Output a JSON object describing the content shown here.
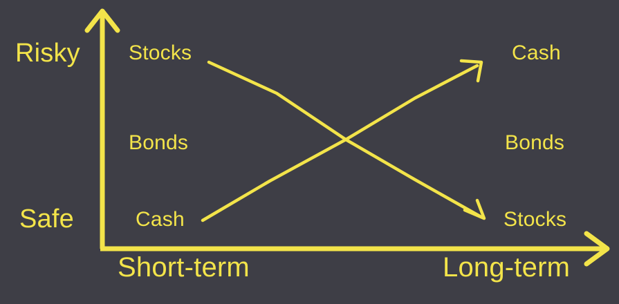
{
  "figure": {
    "background_color": "#3e3e46",
    "stroke_color": "#f3e44a",
    "description_type": "concept-diagram"
  },
  "axes": {
    "y_axis": {
      "top_label": "Risky",
      "bottom_label": "Safe",
      "arrow_direction": "up"
    },
    "x_axis": {
      "left_label": "Short-term",
      "right_label": "Long-term",
      "arrow_direction": "right"
    }
  },
  "left_column": {
    "items": [
      {
        "label": "Stocks",
        "risk_position": "Risky"
      },
      {
        "label": "Bonds",
        "risk_position": "Middle"
      },
      {
        "label": "Cash",
        "risk_position": "Safe"
      }
    ]
  },
  "right_column": {
    "items": [
      {
        "label": "Cash",
        "risk_position": "Risky"
      },
      {
        "label": "Bonds",
        "risk_position": "Middle"
      },
      {
        "label": "Stocks",
        "risk_position": "Safe"
      }
    ]
  },
  "connectors": [
    {
      "name": "stocks-descending-arrow",
      "from": "Stocks (short-term, risky)",
      "to": "Stocks (long-term, safe)",
      "direction": "down-right"
    },
    {
      "name": "cash-ascending-arrow",
      "from": "Cash (short-term, safe)",
      "to": "Cash (long-term, risky)",
      "direction": "up-right"
    }
  ]
}
